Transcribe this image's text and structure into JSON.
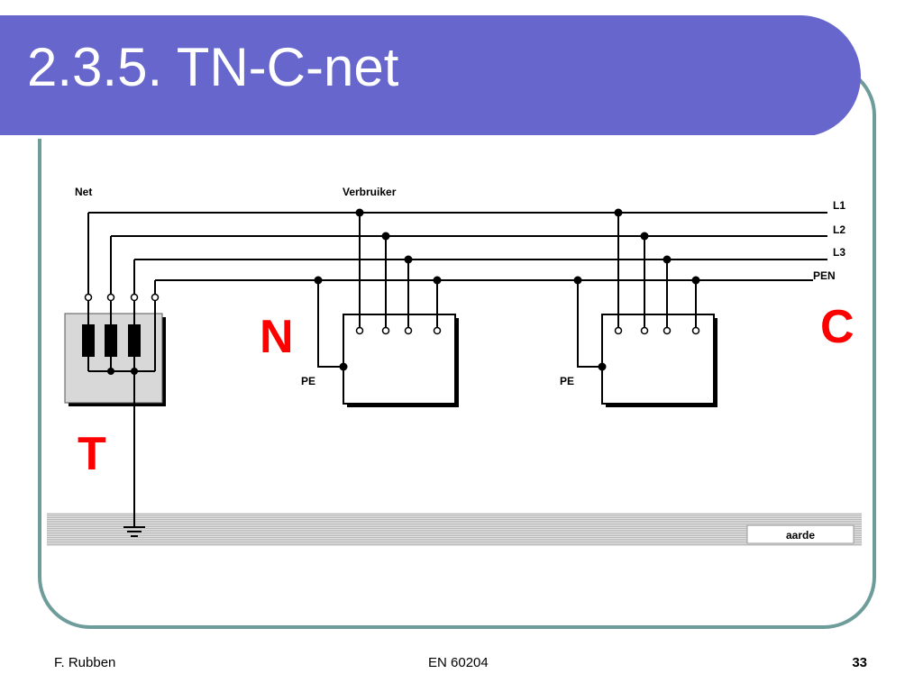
{
  "slide": {
    "title": "2.3.5. TN-C-net"
  },
  "diagram": {
    "label_net": "Net",
    "label_consumer": "Verbruiker",
    "conductors": [
      "L1",
      "L2",
      "L3",
      "PEN"
    ],
    "letter_t": "T",
    "letter_n": "N",
    "letter_c": "C",
    "label_pe_left": "PE",
    "label_pe_right": "PE",
    "label_earth": "aarde",
    "colors": {
      "accent_letters": "#ff0000",
      "title_banner": "#6666cc",
      "frame": "#6e9c9b",
      "earth_band": "#cfcfcf"
    }
  },
  "footer": {
    "author": "F. Rubben",
    "standard": "EN 60204",
    "page": "33"
  }
}
